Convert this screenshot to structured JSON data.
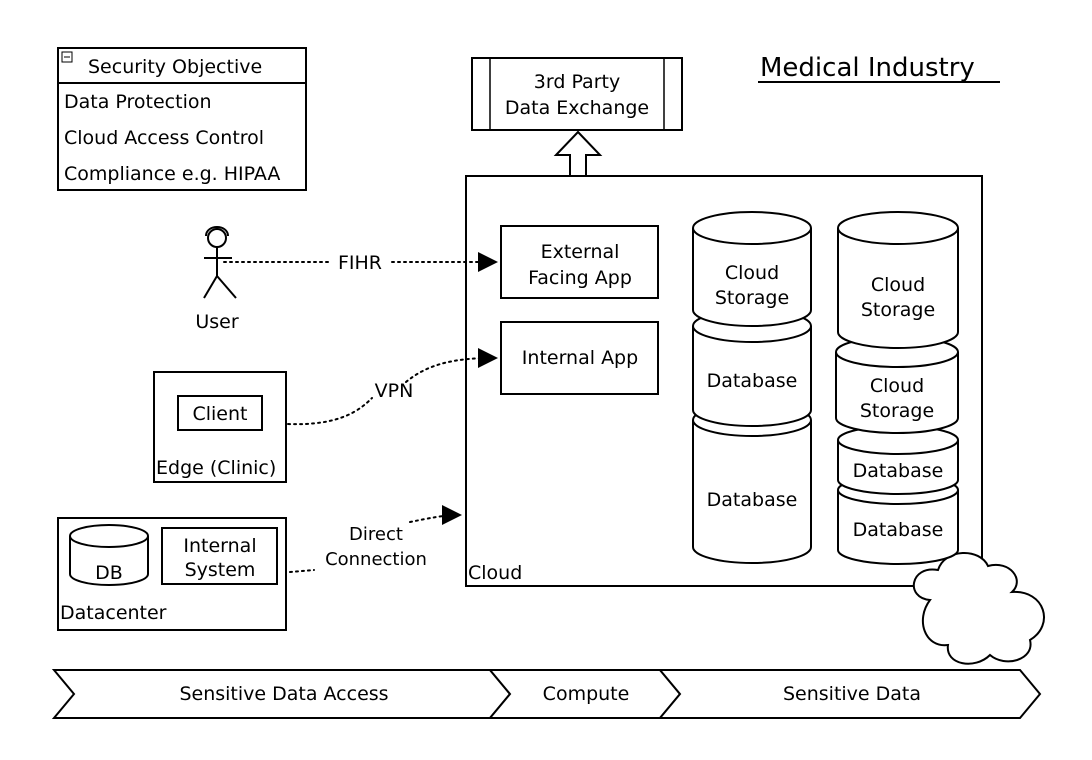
{
  "title": "Medical Industry",
  "security_objective": {
    "header": "Security Objective",
    "items": [
      "Data Protection",
      "Cloud Access Control",
      "Compliance e.g. HIPAA"
    ]
  },
  "third_party": {
    "line1": "3rd Party",
    "line2": "Data Exchange"
  },
  "user_label": "User",
  "edge": {
    "client": "Client",
    "label": "Edge (Clinic)"
  },
  "datacenter": {
    "db": "DB",
    "system_line1": "Internal",
    "system_line2": "System",
    "label": "Datacenter"
  },
  "cloud": {
    "label": "Cloud",
    "external_app_line1": "External",
    "external_app_line2": "Facing App",
    "internal_app": "Internal App",
    "col1": {
      "cloud_storage_line1": "Cloud",
      "cloud_storage_line2": "Storage",
      "database_a": "Database",
      "database_b": "Database"
    },
    "col2": {
      "storage1_line1": "Cloud",
      "storage1_line2": "Storage",
      "storage2_line1": "Cloud",
      "storage2_line2": "Storage",
      "database_a": "Database",
      "database_b": "Database"
    }
  },
  "connections": {
    "fihr": "FIHR",
    "vpn": "VPN",
    "direct_line1": "Direct",
    "direct_line2": "Connection"
  },
  "bottom_bar": [
    "Sensitive Data Access",
    "Compute",
    "Sensitive Data"
  ]
}
